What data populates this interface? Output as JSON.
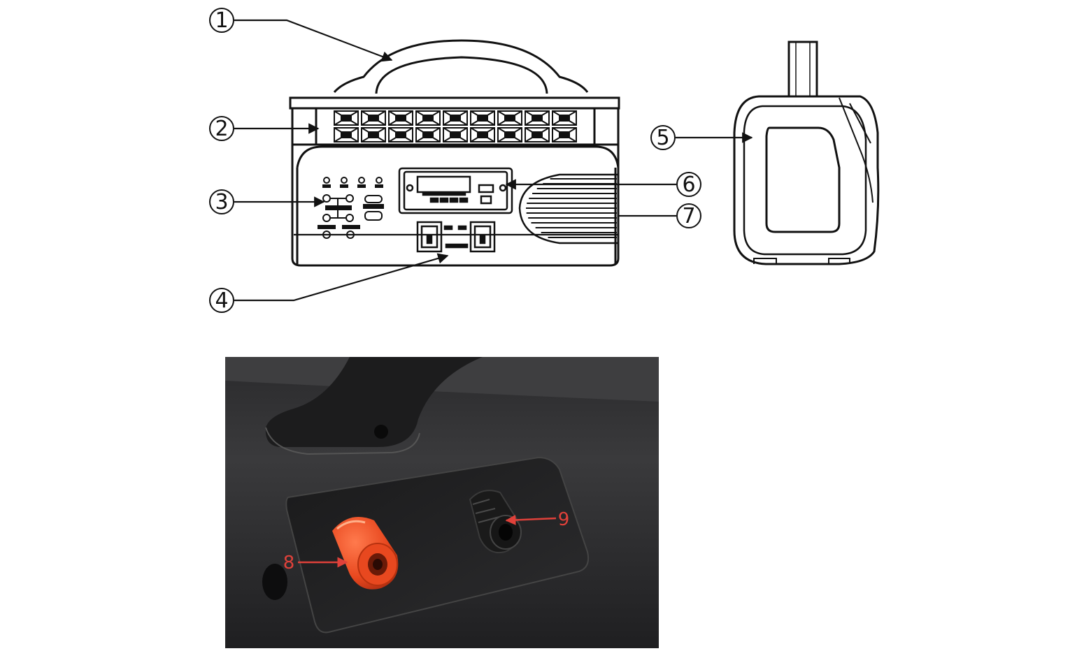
{
  "front_view": {
    "callouts": [
      {
        "id": "1",
        "label": "①"
      },
      {
        "id": "2",
        "label": "②"
      },
      {
        "id": "3",
        "label": "③"
      },
      {
        "id": "4",
        "label": "④"
      },
      {
        "id": "6",
        "label": "⑥"
      },
      {
        "id": "7",
        "label": "⑦"
      }
    ]
  },
  "side_view": {
    "callouts": [
      {
        "id": "5",
        "label": "⑤"
      }
    ]
  },
  "photo": {
    "labels": [
      {
        "id": "8",
        "label": "8"
      },
      {
        "id": "9",
        "label": "9"
      }
    ],
    "label_color": "#e0413a",
    "positive_terminal_color": "#e8481f",
    "negative_terminal_color": "#1a1a1a"
  }
}
